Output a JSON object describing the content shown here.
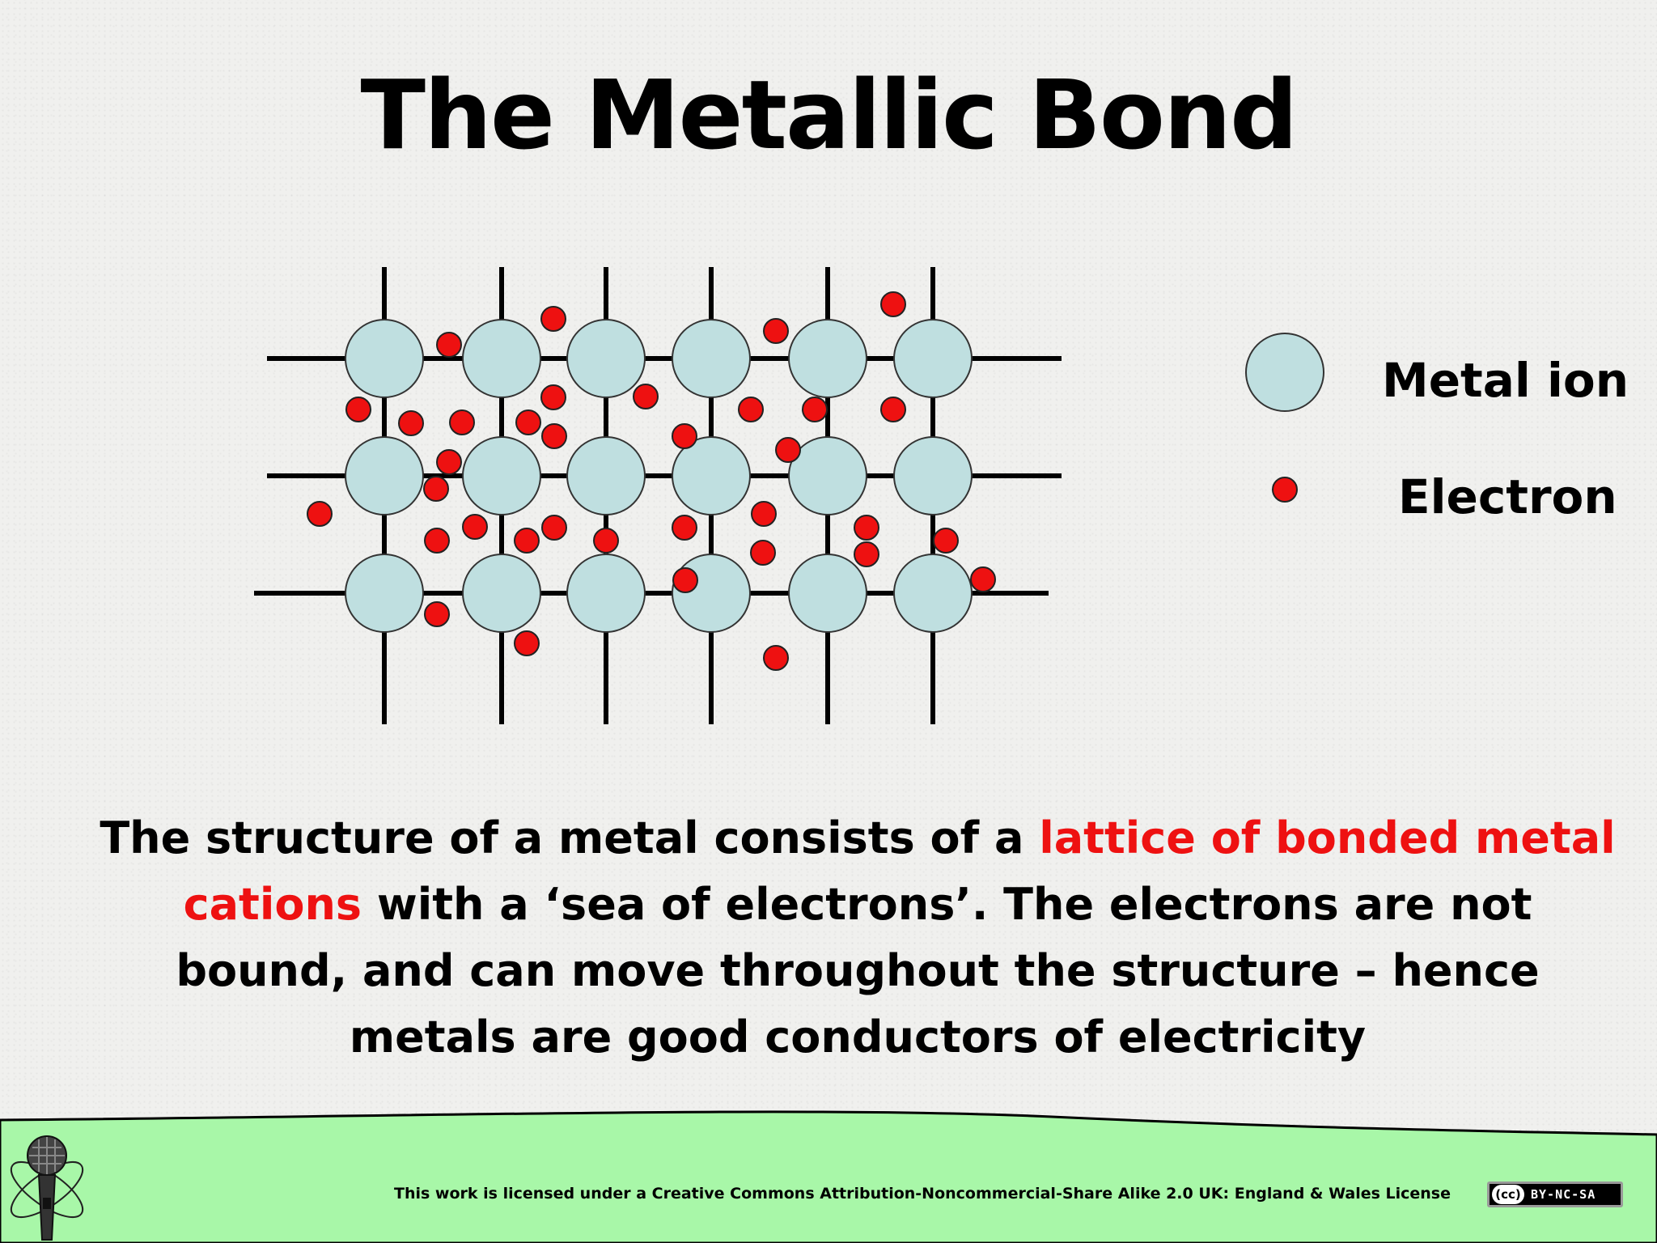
{
  "title": "The Metallic Bond",
  "legend": {
    "metal_ion": "Metal ion",
    "electron": "Electron"
  },
  "description": {
    "part1": "The structure of a metal consists of a ",
    "highlight": "lattice of bonded metal cations",
    "part2": " with a ‘sea of electrons’. The electrons are not bound, and can move throughout the structure – hence metals are good conductors of electricity"
  },
  "footer": {
    "license": "This work is licensed under a Creative Commons Attribution-Noncommercial-Share Alike 2.0 UK: England & Wales License",
    "badge_cc": "(cc)",
    "badge_terms": "BY-NC-SA"
  },
  "colors": {
    "ion_fill": "#bfdfe0",
    "electron_fill": "#ee1111",
    "highlight_text": "#ee1111",
    "footer_fill": "#a8f7a8"
  },
  "icons": {
    "logo": "microphone-atom-icon",
    "license_badge": "creative-commons-badge-icon"
  }
}
